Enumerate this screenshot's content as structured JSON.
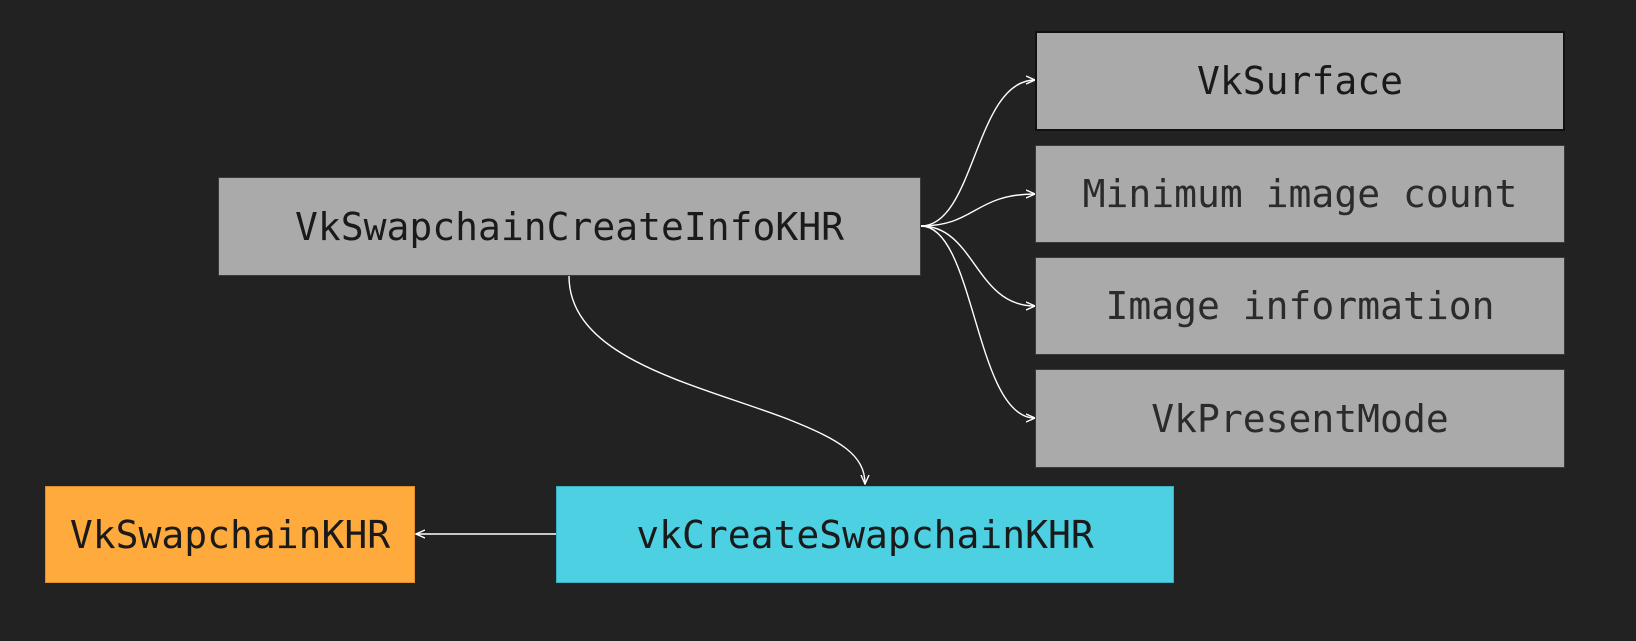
{
  "diagram": {
    "nodes": {
      "create_info": "VkSwapchainCreateInfoKHR",
      "surface": "VkSurface",
      "min_image_count": "Minimum image count",
      "image_information": "Image information",
      "present_mode": "VkPresentMode",
      "create_function": "vkCreateSwapchainKHR",
      "swapchain": "VkSwapchainKHR"
    },
    "colors": {
      "background": "#222222",
      "struct_node": "#aaaaaa",
      "function_node": "#4cd0e2",
      "result_node": "#ffaa3d",
      "edge": "#ffffff"
    },
    "edges": [
      {
        "from": "create_info",
        "to": "surface"
      },
      {
        "from": "create_info",
        "to": "min_image_count"
      },
      {
        "from": "create_info",
        "to": "image_information"
      },
      {
        "from": "create_info",
        "to": "present_mode"
      },
      {
        "from": "create_info",
        "to": "create_function"
      },
      {
        "from": "create_function",
        "to": "swapchain"
      }
    ]
  }
}
